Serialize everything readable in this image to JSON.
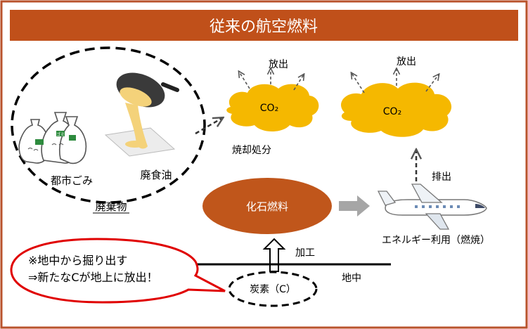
{
  "title": "従来の航空燃料",
  "waste": {
    "group_label": "廃棄物",
    "municipal_label": "都市ごみ",
    "oil_label": "廃食油",
    "bag_tag": "ゴミ"
  },
  "emissions": {
    "left": {
      "release_label": "放出",
      "cloud_label": "CO₂",
      "process_label": "焼却処分"
    },
    "right": {
      "release_label": "放出",
      "cloud_label": "CO₂",
      "exhaust_label": "排出"
    }
  },
  "fossil": {
    "fuel_label": "化石燃料",
    "process_label": "加工",
    "underground_label": "地中",
    "carbon_label": "炭素（C）",
    "usage_label": "エネルギー利用（燃焼）"
  },
  "callout": {
    "line1": "※地中から掘り出す",
    "line2": "⇒新たなCが地上に放出！"
  },
  "colors": {
    "title_bar": "#c0501a",
    "frame": "#b9522b",
    "cloud": "#f5b800",
    "fuel": "#c0561b",
    "callout_border": "#e00000",
    "arrow_gray": "#a6a6a6"
  }
}
